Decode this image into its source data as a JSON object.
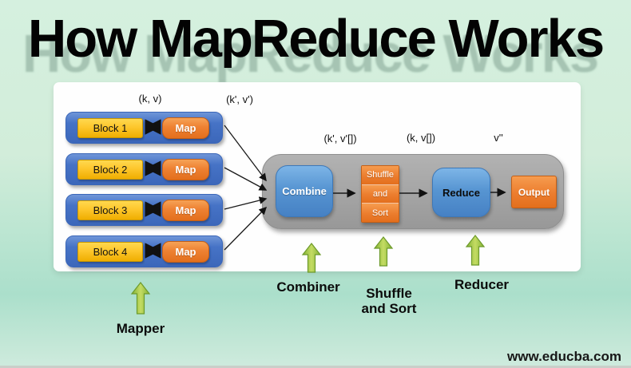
{
  "title": "How MapReduce Works",
  "website": "www.educba.com",
  "annotations": {
    "map_input": "(k, v)",
    "map_output": "(k', v')",
    "combine_output": "(k', v'[])",
    "reduce_input": "(k, v[])",
    "final_output": "v''"
  },
  "blocks": [
    {
      "label": "Block 1",
      "map_label": "Map"
    },
    {
      "label": "Block 2",
      "map_label": "Map"
    },
    {
      "label": "Block 3",
      "map_label": "Map"
    },
    {
      "label": "Block 4",
      "map_label": "Map"
    }
  ],
  "stages": {
    "combine": "Combine",
    "shuffle": [
      "Shuffle",
      "and",
      "Sort"
    ],
    "reduce": "Reduce",
    "output": "Output"
  },
  "captions": {
    "mapper": "Mapper",
    "combiner": "Combiner",
    "shuffle_sort_line1": "Shuffle",
    "shuffle_sort_line2": "and Sort",
    "reducer": "Reducer"
  },
  "colors": {
    "block_blue": "#4472c4",
    "stage_blue": "#5b9bd5",
    "orange": "#ed7d31",
    "yellow": "#ffc000",
    "container_gray": "#a6a6a6",
    "arrow_green": "#94c83d",
    "background_mint": "#d3eedd"
  }
}
